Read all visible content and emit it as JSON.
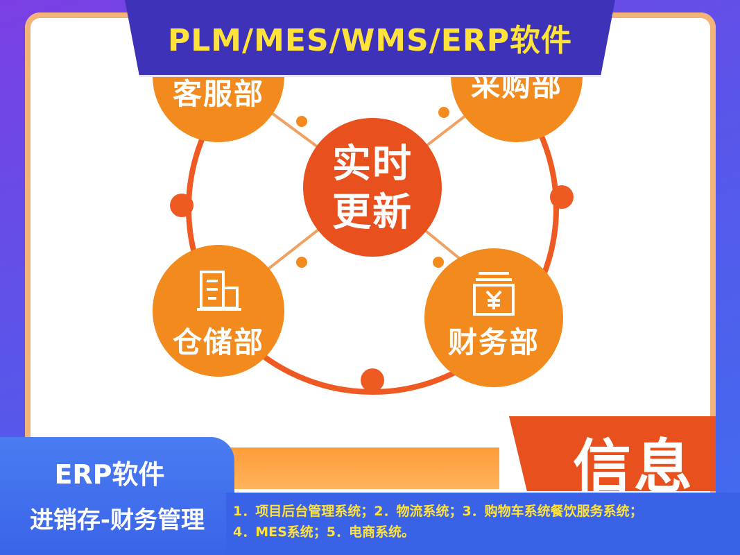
{
  "banner": {
    "title": "PLM/MES/WMS/ERP软件"
  },
  "diagram": {
    "center": {
      "line1": "实时",
      "line2": "更新"
    },
    "nodes": {
      "top_left": "客服部",
      "top_right": "采购部",
      "bottom_left": "仓储部",
      "bottom_right": "财务部"
    },
    "icons": {
      "bottom_left": "building-icon",
      "bottom_right": "yen-receipt-icon"
    },
    "colors": {
      "node": "#f28a1e",
      "center": "#e8511e",
      "ring": "#ee5a22"
    }
  },
  "footer": {
    "info_label": "信息",
    "left_title": "ERP软件",
    "left_subtitle": "进销存-财务管理",
    "desc_line1": "1．项目后台管理系统；2．物流系统；3．购物车系统餐饮服务系统；",
    "desc_line2": "4．MES系统；5．电商系统。"
  }
}
